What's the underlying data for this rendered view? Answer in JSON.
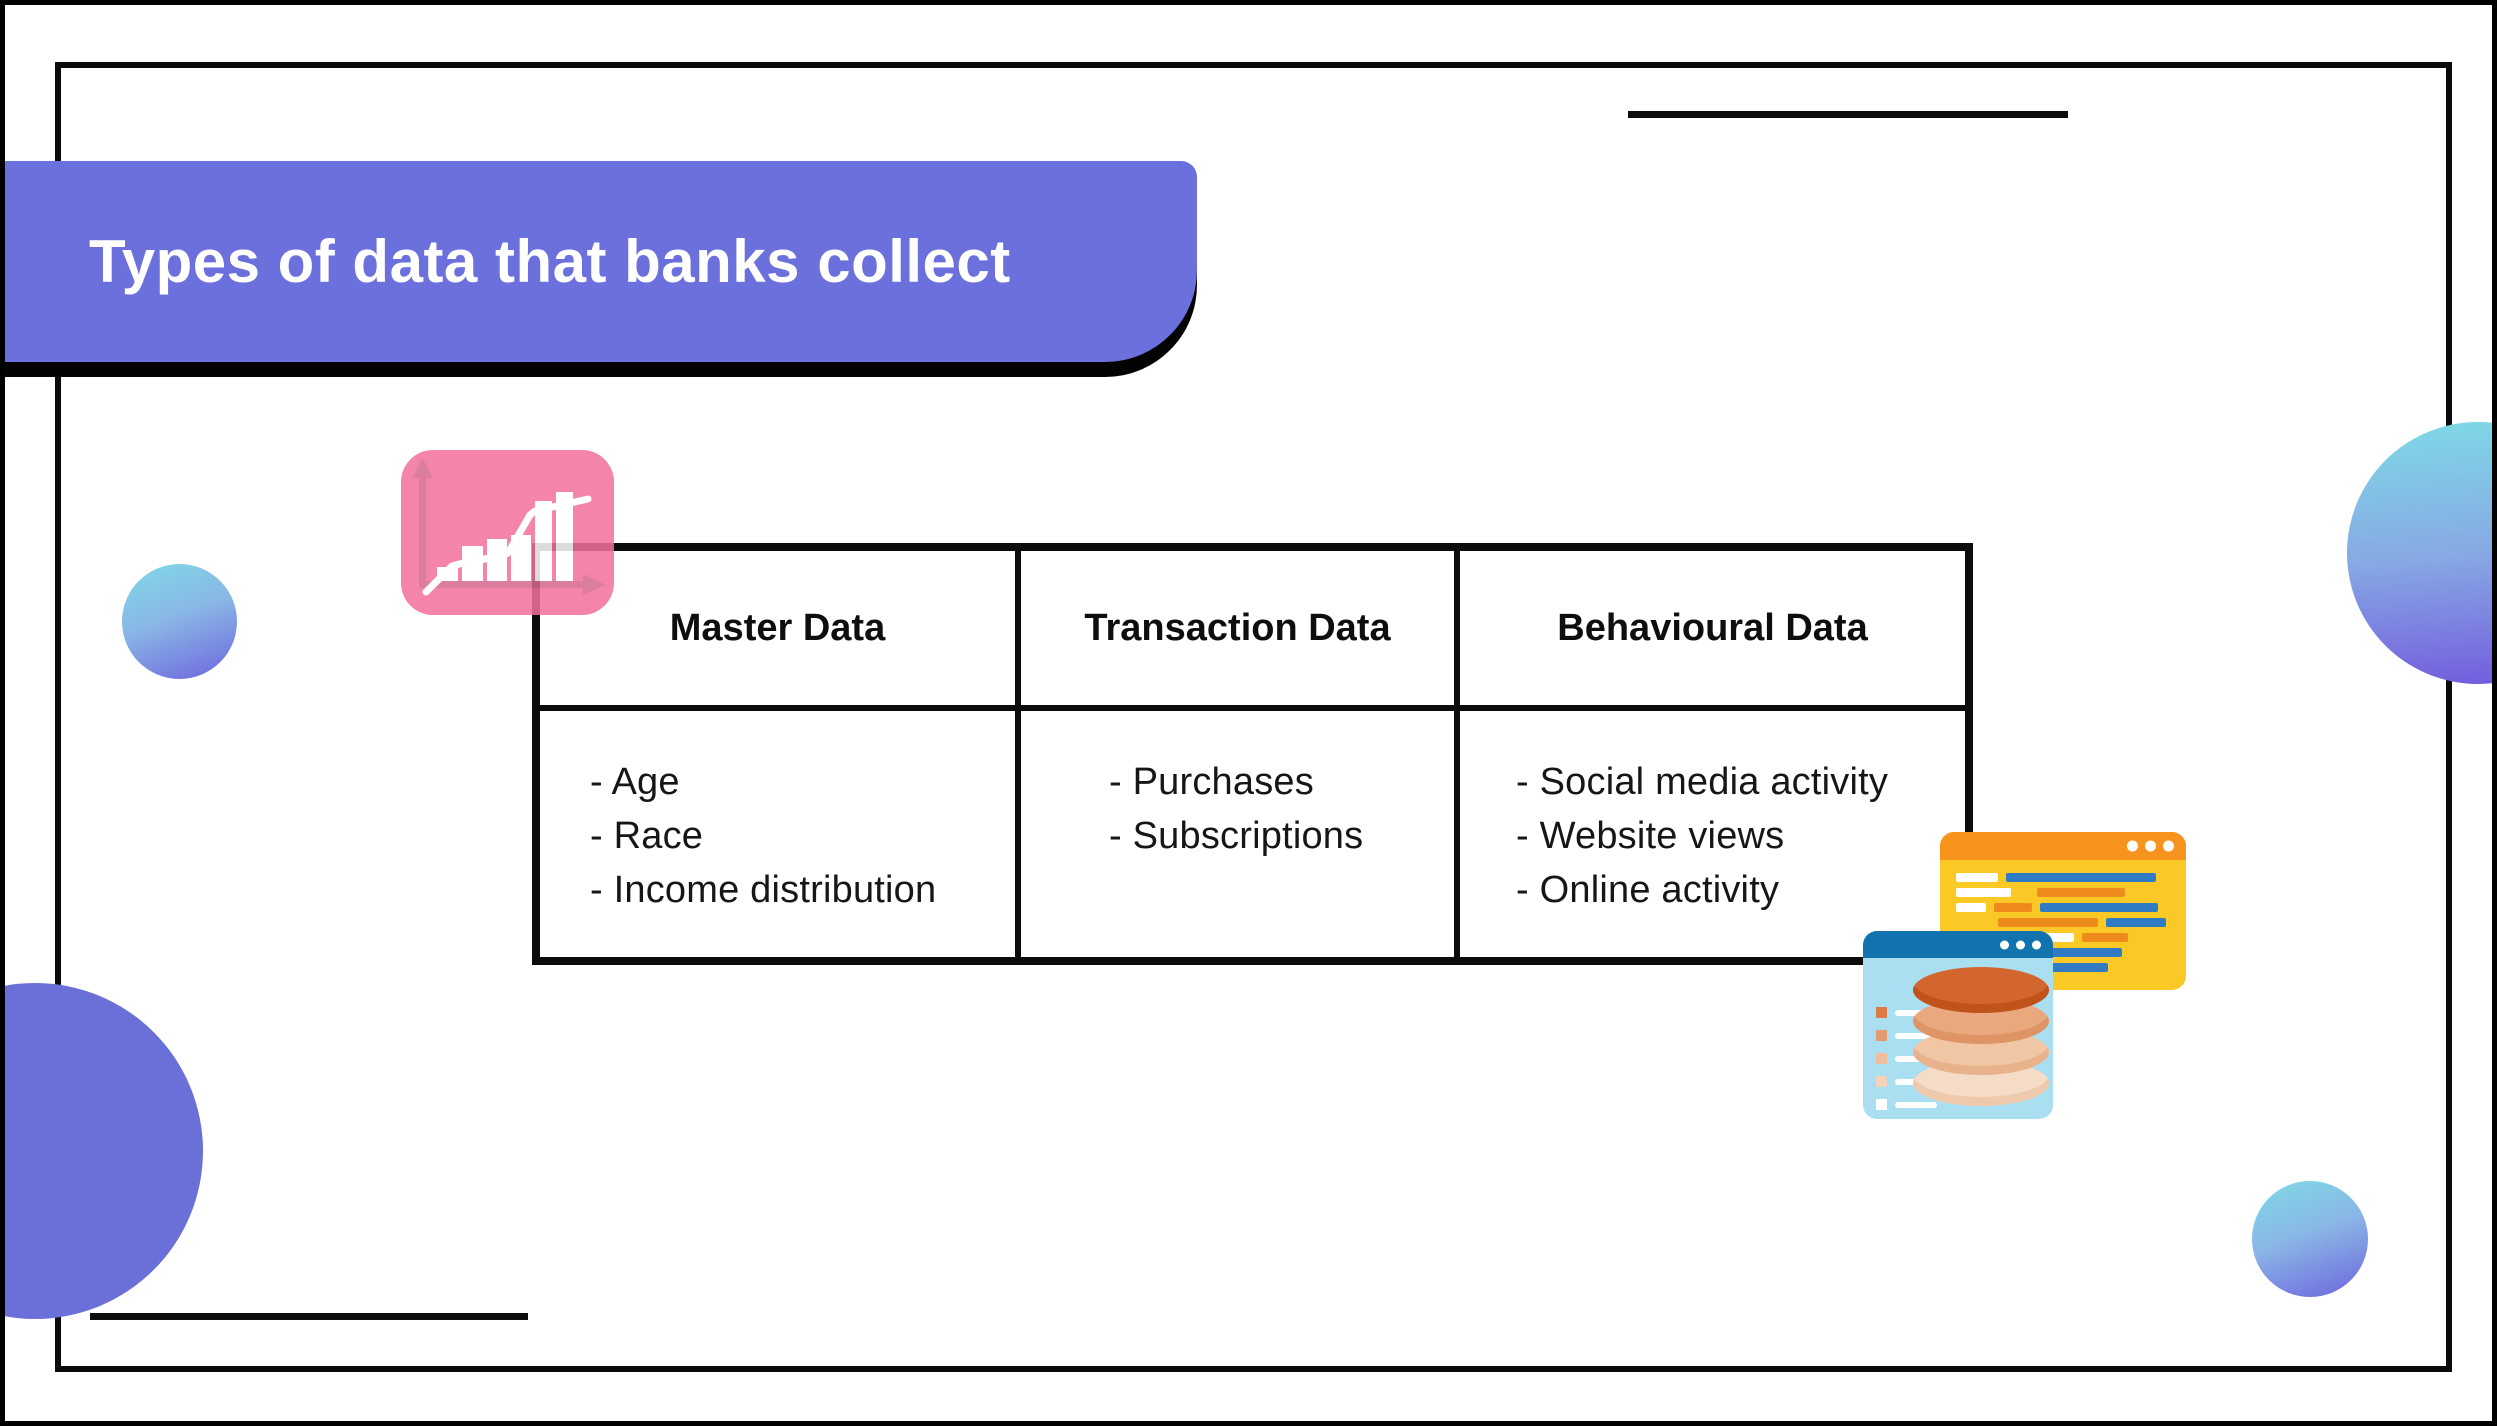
{
  "title": "Types of data that banks collect",
  "table": {
    "columns": [
      {
        "header": "Master Data",
        "items": [
          "- Age",
          "- Race",
          "- Income distribution"
        ]
      },
      {
        "header": "Transaction Data",
        "items": [
          "- Purchases",
          "- Subscriptions"
        ]
      },
      {
        "header": "Behavioural Data",
        "items": [
          "- Social media activity",
          "- Website views",
          "- Online activity"
        ]
      }
    ]
  },
  "icons": {
    "chart": "growth-chart-icon",
    "orange_window": "code-browser-window-icon",
    "blue_window": "database-browser-window-icon"
  },
  "colors": {
    "banner_purple": "#6b70dc",
    "solid_circle_purple": "#6b70d9",
    "gradient_teal": "#7edae6",
    "gradient_violet": "#6d65dd",
    "icon_pink": "#f4719e",
    "icon_pink_axis": "#d6688f",
    "window_orange_titlebar": "#f7941e",
    "window_orange_body": "#fbc926",
    "window_blue_titlebar": "#1273ae",
    "window_blue_body": "#aadef1",
    "code_blue": "#2f7cc4",
    "code_orange": "#ef8b1d",
    "table_border": "#0c0c0c"
  }
}
